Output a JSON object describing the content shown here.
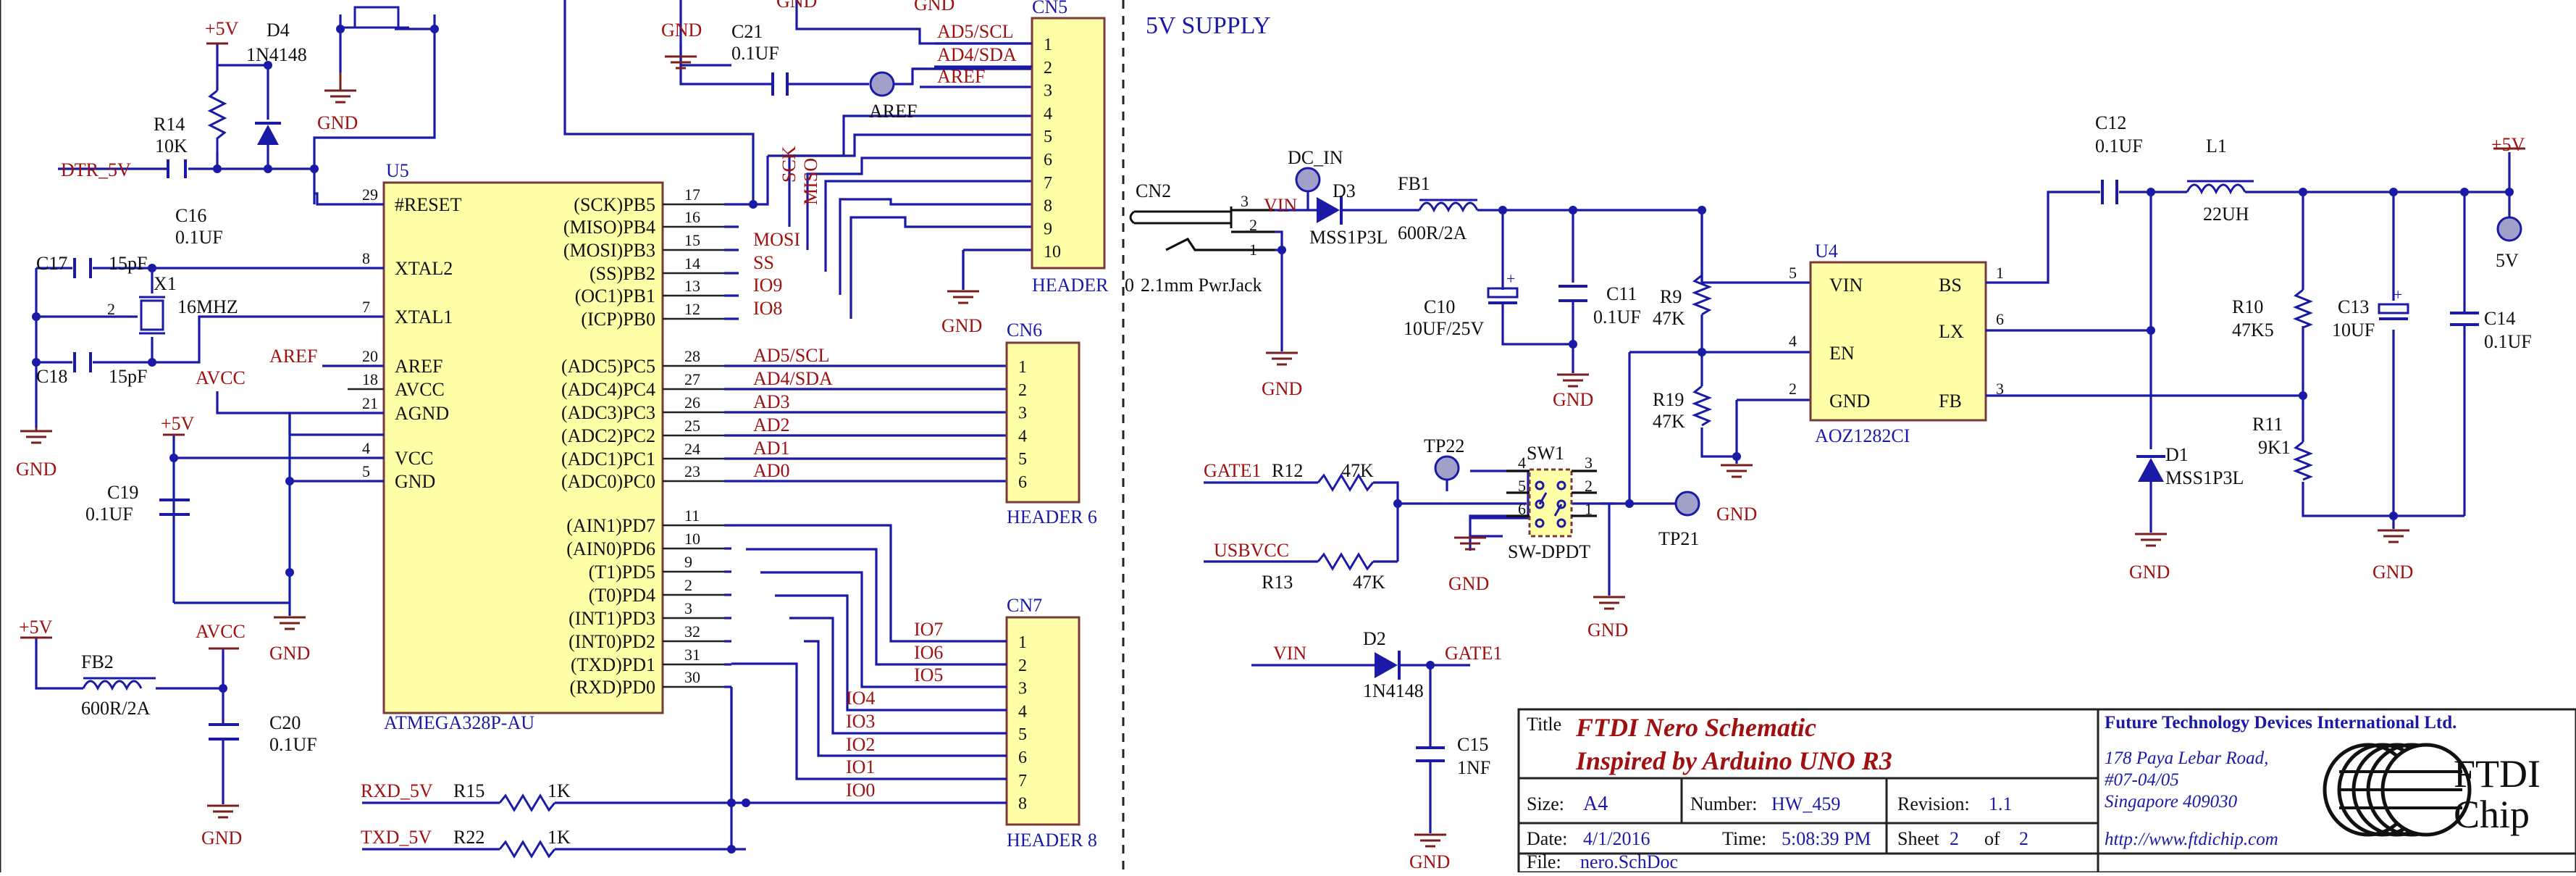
{
  "section_title": "5V SUPPLY",
  "u5": {
    "ref": "U5",
    "part": "ATMEGA328P-AU",
    "left_pins": [
      {
        "num": "29",
        "name": "#RESET"
      },
      {
        "num": "8",
        "name": "XTAL2"
      },
      {
        "num": "7",
        "name": "XTAL1"
      },
      {
        "num": "20",
        "name": "AREF"
      },
      {
        "num": "18",
        "name": "AVCC"
      },
      {
        "num": "21",
        "name": "AGND"
      },
      {
        "num": "4",
        "name": "VCC"
      },
      {
        "num": "5",
        "name": "GND"
      }
    ],
    "right_pins": [
      {
        "num": "17",
        "name": "(SCK)PB5",
        "net": ""
      },
      {
        "num": "16",
        "name": "(MISO)PB4",
        "net": ""
      },
      {
        "num": "15",
        "name": "(MOSI)PB3",
        "net": "MOSI"
      },
      {
        "num": "14",
        "name": "(SS)PB2",
        "net": "SS"
      },
      {
        "num": "13",
        "name": "(OC1)PB1",
        "net": "IO9"
      },
      {
        "num": "12",
        "name": "(ICP)PB0",
        "net": "IO8"
      },
      {
        "num": "28",
        "name": "(ADC5)PC5",
        "net": "AD5/SCL"
      },
      {
        "num": "27",
        "name": "(ADC4)PC4",
        "net": "AD4/SDA"
      },
      {
        "num": "26",
        "name": "(ADC3)PC3",
        "net": "AD3"
      },
      {
        "num": "25",
        "name": "(ADC2)PC2",
        "net": "AD2"
      },
      {
        "num": "24",
        "name": "(ADC1)PC1",
        "net": "AD1"
      },
      {
        "num": "23",
        "name": "(ADC0)PC0",
        "net": "AD0"
      },
      {
        "num": "11",
        "name": "(AIN1)PD7",
        "net": ""
      },
      {
        "num": "10",
        "name": "(AIN0)PD6",
        "net": ""
      },
      {
        "num": "9",
        "name": "(T1)PD5",
        "net": ""
      },
      {
        "num": "2",
        "name": "(T0)PD4",
        "net": ""
      },
      {
        "num": "3",
        "name": "(INT1)PD3",
        "net": ""
      },
      {
        "num": "32",
        "name": "(INT0)PD2",
        "net": ""
      },
      {
        "num": "31",
        "name": "(TXD)PD1",
        "net": ""
      },
      {
        "num": "30",
        "name": "(RXD)PD0",
        "net": ""
      }
    ]
  },
  "labels": {
    "dtr": "DTR_5V",
    "rxd": "RXD_5V",
    "txd": "TXD_5V",
    "aref": "AREF",
    "avcc": "AVCC",
    "avcc2": "AVCC",
    "sck": "SCK",
    "miso": "MISO",
    "plus5v_a": "+5V",
    "plus5v_b": "+5V",
    "plus5v_c": "+5V",
    "plus5v_d": "+5V",
    "gnd_top": "GND",
    "gnd_top2": "GND",
    "gnd_top3": "GND",
    "gnd_top4": "GND",
    "aref_tp": "AREF",
    "vin": "VIN",
    "vin2": "VIN",
    "gate1": "GATE1",
    "gate1_b": "GATE1",
    "usbvcc": "USBVCC",
    "dc_in": "DC_IN",
    "tp22": "TP22",
    "tp21": "TP21",
    "out5v": "5V"
  },
  "components": {
    "d4": {
      "ref": "D4",
      "val": "1N4148"
    },
    "r14": {
      "ref": "R14",
      "val": "10K"
    },
    "c16": {
      "ref": "C16",
      "val": "0.1UF"
    },
    "c17": {
      "ref": "C17",
      "val": "15pF"
    },
    "c18": {
      "ref": "C18",
      "val": "15pF"
    },
    "x1": {
      "ref": "X1",
      "val": "16MHZ"
    },
    "c19": {
      "ref": "C19",
      "val": "0.1UF"
    },
    "fb2": {
      "ref": "FB2",
      "val": "600R/2A"
    },
    "c20": {
      "ref": "C20",
      "val": "0.1UF"
    },
    "r15": {
      "ref": "R15",
      "val": "1K"
    },
    "r22": {
      "ref": "R22",
      "val": "1K"
    },
    "c21": {
      "ref": "C21",
      "val": "0.1UF"
    },
    "cn5": {
      "ref": "CN5",
      "val": "HEADER",
      "pins": [
        "1",
        "2",
        "3",
        "4",
        "5",
        "6",
        "7",
        "8",
        "9",
        "10"
      ],
      "nets": [
        "AD5/SCL",
        "AD4/SDA",
        "AREF"
      ]
    },
    "cn6": {
      "ref": "CN6",
      "val": "HEADER 6",
      "pins": [
        "1",
        "2",
        "3",
        "4",
        "5",
        "6"
      ]
    },
    "cn7": {
      "ref": "CN7",
      "val": "HEADER 8",
      "pins": [
        "1",
        "2",
        "3",
        "4",
        "5",
        "6",
        "7",
        "8"
      ],
      "nets": [
        "IO7",
        "IO6",
        "IO5",
        "IO4",
        "IO3",
        "IO2",
        "IO1",
        "IO0"
      ]
    },
    "cn2": {
      "ref": "CN2",
      "val": "2.1mm PwrJack",
      "pins": [
        "3",
        "2",
        "1"
      ],
      "lead": "0"
    },
    "d3": {
      "ref": "D3",
      "val": "MSS1P3L"
    },
    "fb1": {
      "ref": "FB1",
      "val": "600R/2A"
    },
    "c10": {
      "ref": "C10",
      "val": "10UF/25V"
    },
    "c11": {
      "ref": "C11",
      "val": "0.1UF"
    },
    "r9": {
      "ref": "R9",
      "val": "47K"
    },
    "r19": {
      "ref": "R19",
      "val": "47K"
    },
    "u4": {
      "ref": "U4",
      "val": "AOZ1282CI",
      "pins": [
        {
          "num": "5",
          "name": "VIN"
        },
        {
          "num": "4",
          "name": "EN"
        },
        {
          "num": "2",
          "name": "GND"
        },
        {
          "num": "1",
          "name": "BS"
        },
        {
          "num": "6",
          "name": "LX"
        },
        {
          "num": "3",
          "name": "FB"
        }
      ]
    },
    "c12": {
      "ref": "C12",
      "val": "0.1UF"
    },
    "l1": {
      "ref": "L1",
      "val": "22UH"
    },
    "r10": {
      "ref": "R10",
      "val": "47K5"
    },
    "c13": {
      "ref": "C13",
      "val": "10UF"
    },
    "c14": {
      "ref": "C14",
      "val": "0.1UF"
    },
    "r11": {
      "ref": "R11",
      "val": "9K1"
    },
    "d1": {
      "ref": "D1",
      "val": "MSS1P3L"
    },
    "r12": {
      "ref": "R12",
      "val": "47K"
    },
    "r13": {
      "ref": "R13",
      "val": "47K"
    },
    "sw1": {
      "ref": "SW1",
      "val": "SW-DPDT",
      "pins": [
        "4",
        "5",
        "6",
        "3",
        "2",
        "1"
      ]
    },
    "d2": {
      "ref": "D2",
      "val": "1N4148"
    },
    "c15": {
      "ref": "C15",
      "val": "1NF"
    }
  },
  "gnd_label": "GND",
  "title_block": {
    "title_label": "Title",
    "title_line1": "FTDI Nero Schematic",
    "title_line2": "Inspired by Arduino UNO R3",
    "size_label": "Size:",
    "size_val": "A4",
    "number_label": "Number:",
    "number_val": "HW_459",
    "revision_label": "Revision:",
    "revision_val": "1.1",
    "date_label": "Date:",
    "date_val": "4/1/2016",
    "time_label": "Time:",
    "time_val": "5:08:39 PM",
    "sheet_label": "Sheet",
    "sheet_val": "2",
    "of_label": "of",
    "of_val": "2",
    "file_label": "File:",
    "file_val": "nero.SchDoc",
    "company": "Future Technology Devices International Ltd.",
    "address1": "178 Paya Lebar Road,",
    "address2": "#07-04/05",
    "address3": "Singapore 409030",
    "url": "http://www.ftdichip.com",
    "logo_text1": "FTDI",
    "logo_text2": "Chip"
  }
}
